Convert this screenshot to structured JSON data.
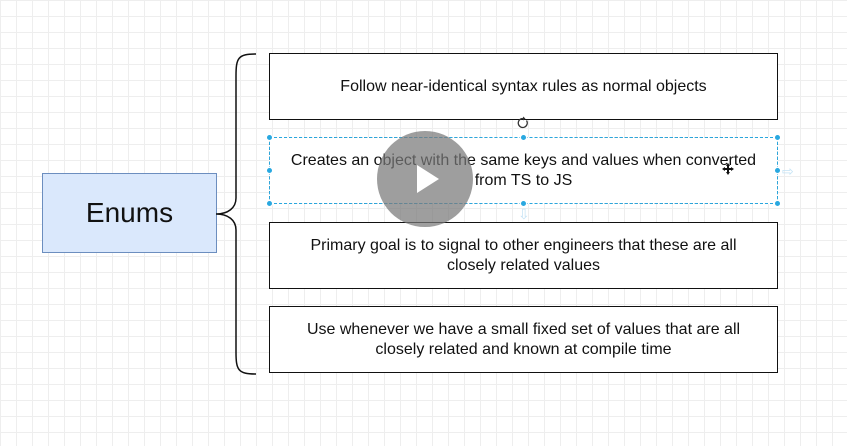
{
  "diagram": {
    "main_label": "Enums",
    "items": [
      {
        "text": "Follow near-identical syntax rules as normal objects"
      },
      {
        "text": "Creates an object with the same keys and values when converted from TS to JS"
      },
      {
        "text": "Primary goal is to signal to other engineers that these are all closely related values"
      },
      {
        "text": "Use whenever we have a small fixed set of values that are all closely related and known at compile time"
      }
    ]
  },
  "colors": {
    "main_fill": "#dae8fc",
    "main_border": "#6c8ebf",
    "selection": "#29a8e0",
    "play_overlay": "#787878"
  },
  "icons": {
    "play": "play-icon",
    "rotate": "rotate-handle-icon",
    "cursor": "move-cursor-icon"
  }
}
